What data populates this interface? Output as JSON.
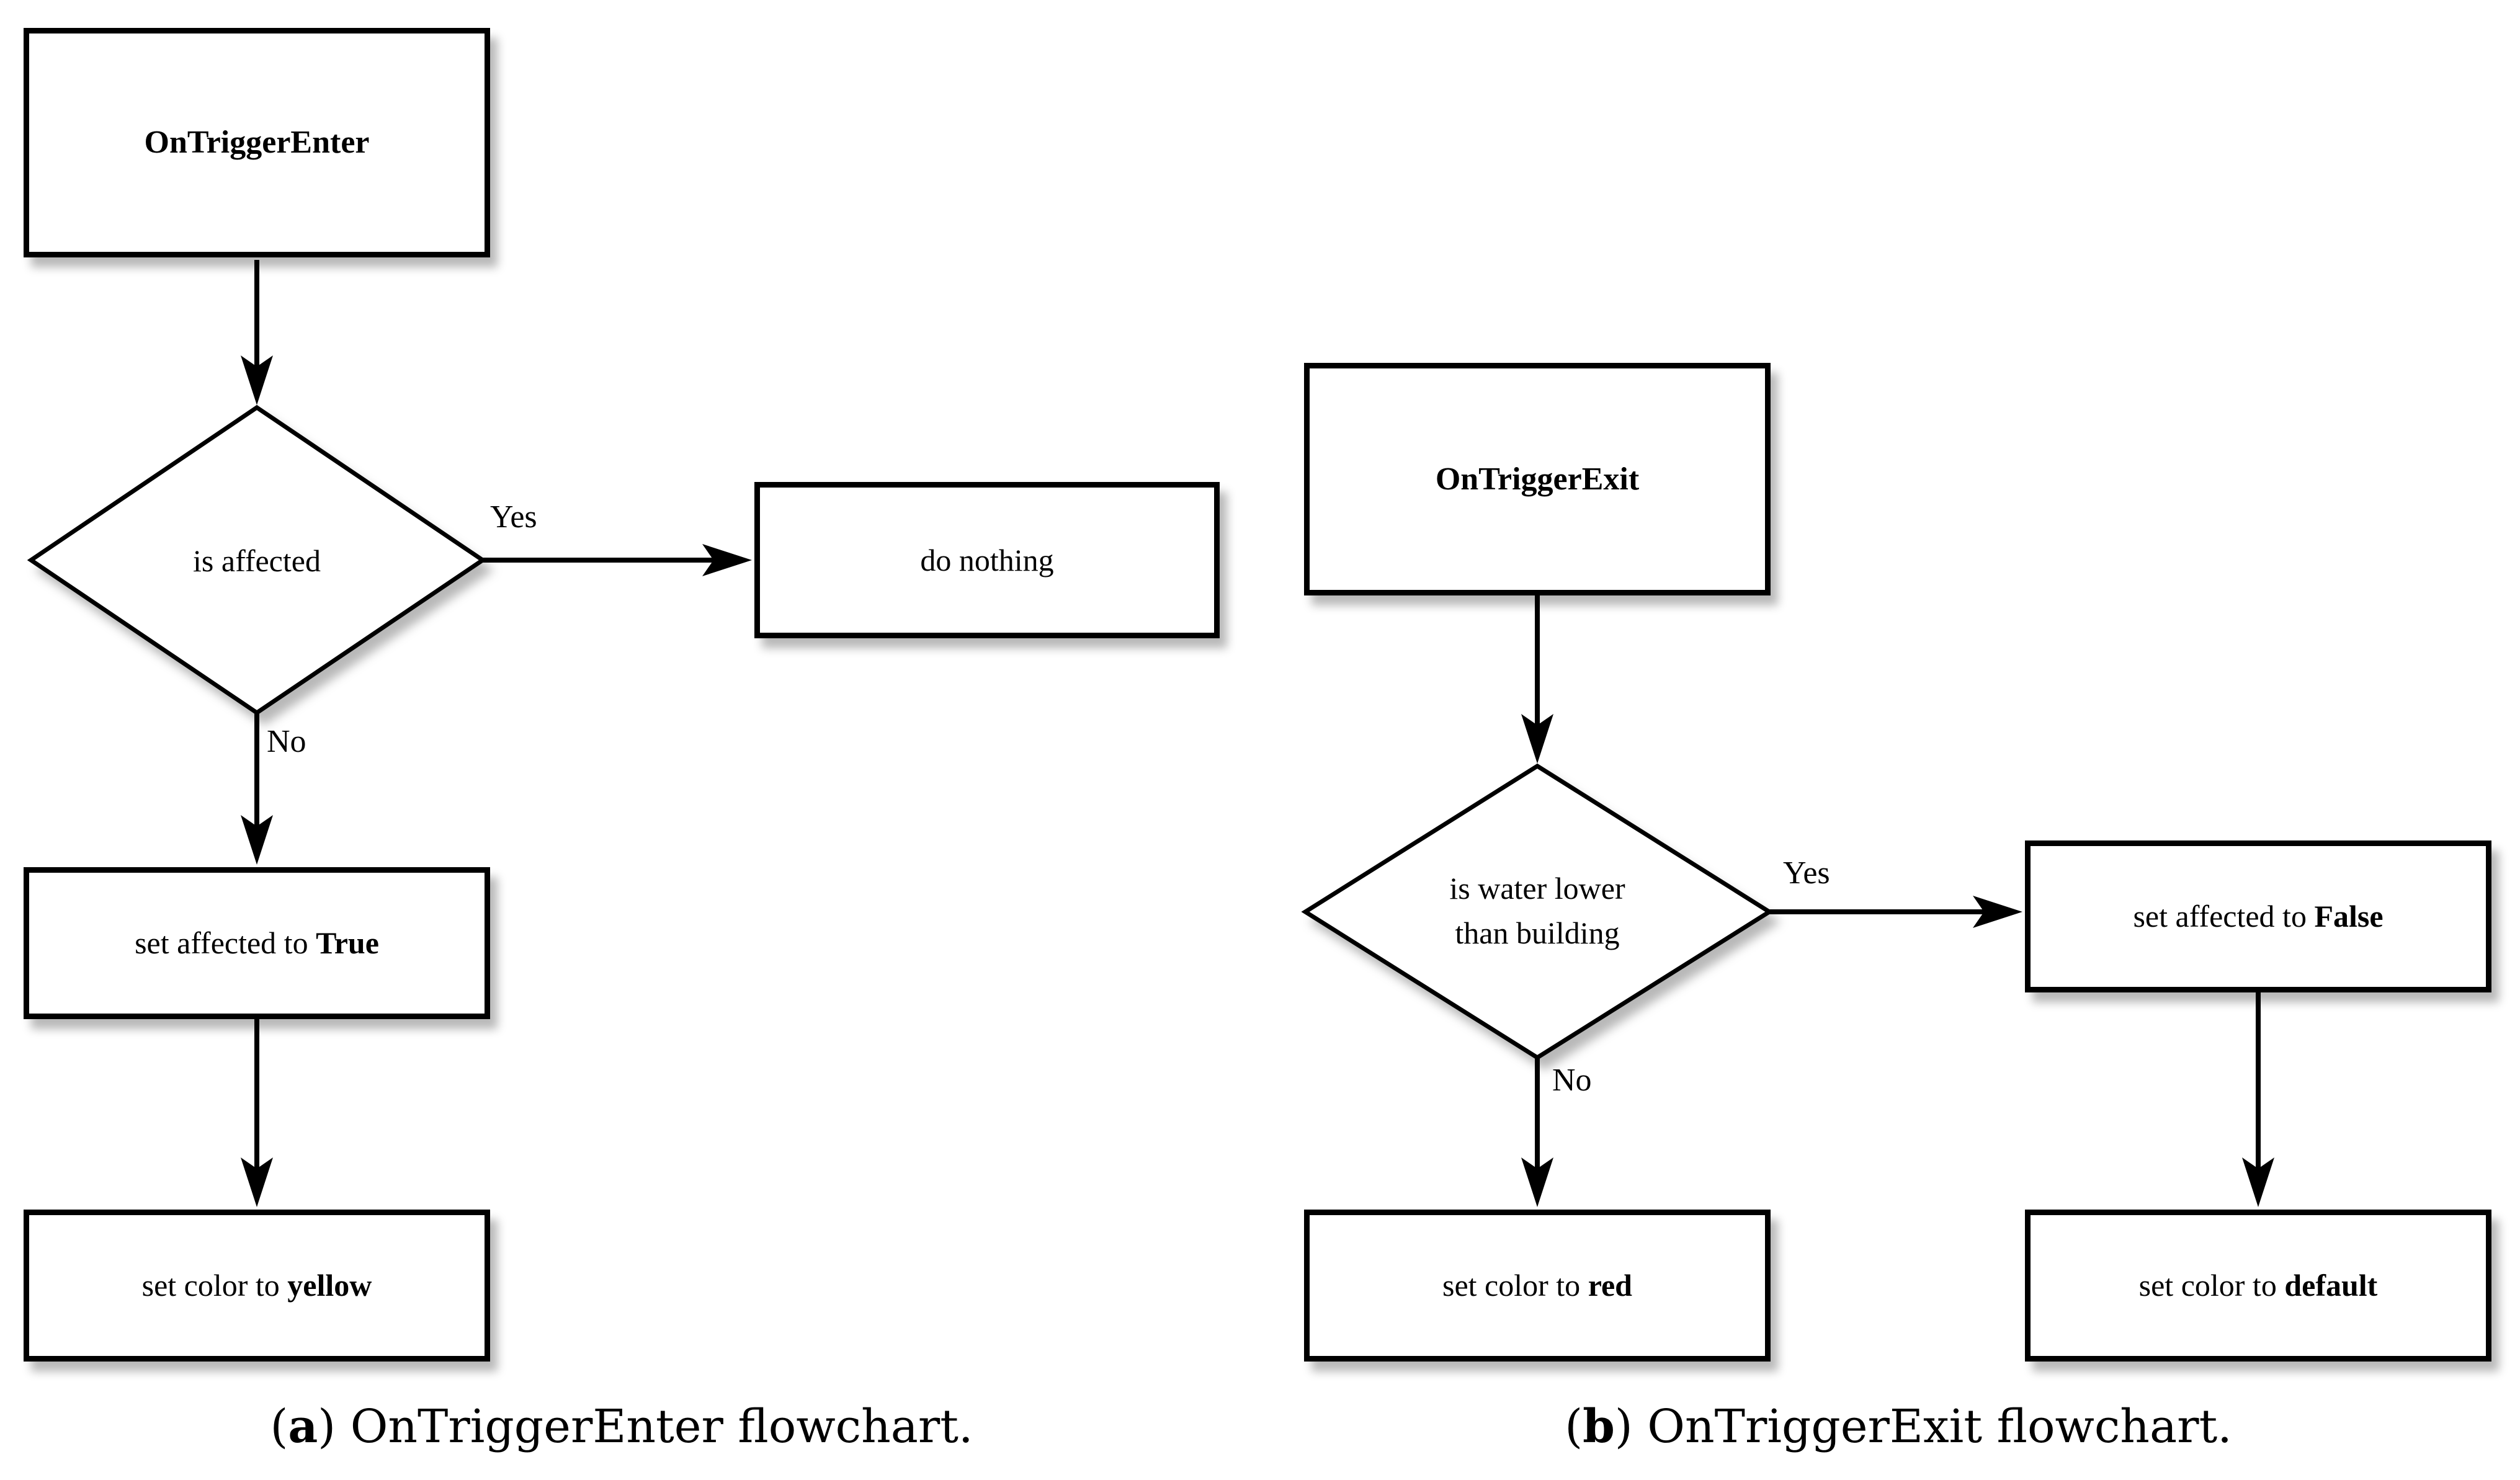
{
  "panels": [
    {
      "caption": {
        "pre": "(",
        "letter": "a",
        "post": ") OnTriggerEnter flowchart."
      },
      "edge_labels": {
        "yes": "Yes",
        "no": "No"
      },
      "nodes": {
        "start": {
          "label": "OnTriggerEnter"
        },
        "decision": {
          "label": "is affected"
        },
        "yes_action": {
          "label": "do nothing"
        },
        "no_action": {
          "prefix": "set affected to ",
          "bold": "True"
        },
        "final": {
          "prefix": "set color to ",
          "bold": "yellow"
        }
      }
    },
    {
      "caption": {
        "pre": "(",
        "letter": "b",
        "post": ") OnTriggerExit flowchart."
      },
      "edge_labels": {
        "yes": "Yes",
        "no": "No"
      },
      "nodes": {
        "start": {
          "label": "OnTriggerExit"
        },
        "decision": {
          "line1": "is water lower",
          "line2": "than building"
        },
        "yes_action": {
          "prefix": "set affected to ",
          "bold": "False"
        },
        "no_action": {
          "prefix": "set color to ",
          "bold": "red"
        },
        "final": {
          "prefix": "set color to ",
          "bold": "default"
        }
      }
    }
  ],
  "colors": {
    "stroke": "#000000",
    "background": "#ffffff"
  }
}
